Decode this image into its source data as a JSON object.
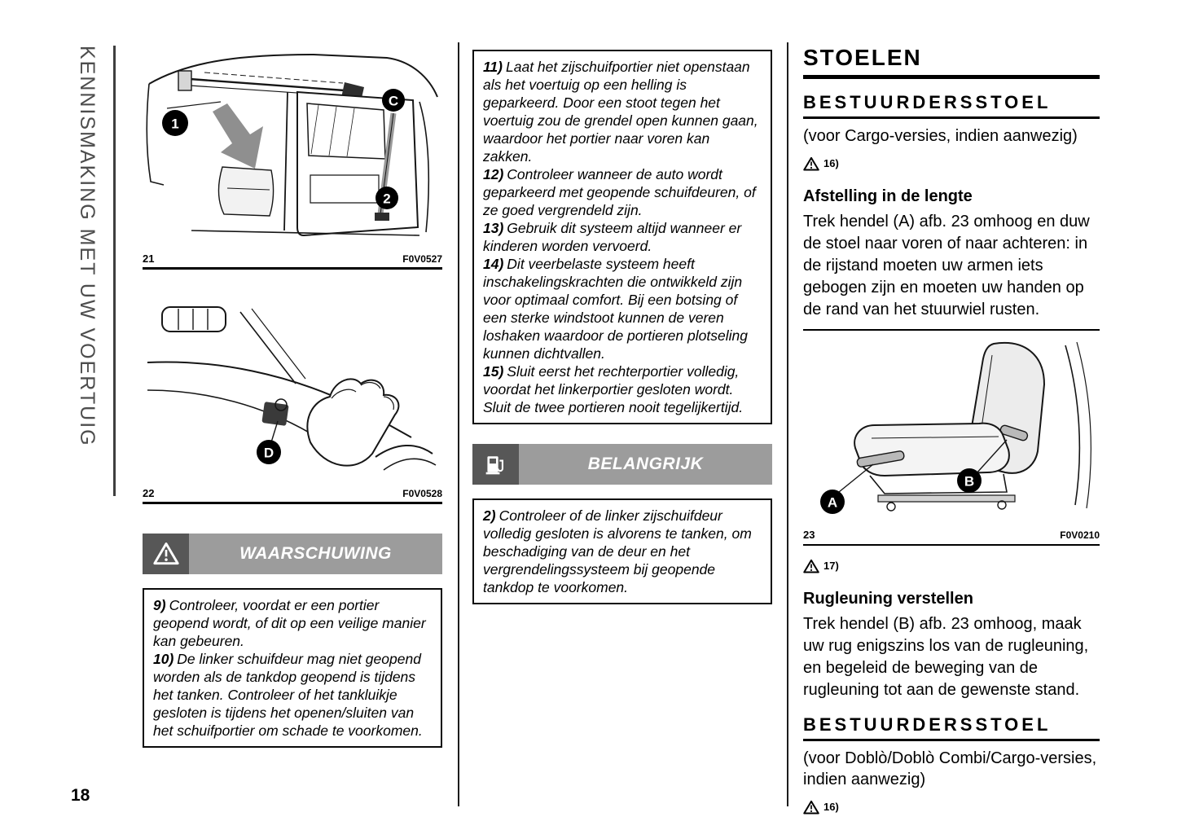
{
  "page": {
    "number": "18",
    "sidebar_text": "KENNISMAKING MET UW VOERTUIG"
  },
  "colors": {
    "bar_gray": "#9c9c9c",
    "icon_box_gray": "#575757",
    "arrow_gray": "#8f8f8f",
    "text": "#000000",
    "bar_text": "#ffffff"
  },
  "icons": {
    "warning_triangle": "⚠",
    "fuel_pump": "⛽"
  },
  "col1": {
    "fig21": {
      "number": "21",
      "code": "F0V0527",
      "label_1": "1",
      "label_c": "C",
      "label_2": "2"
    },
    "fig22": {
      "number": "22",
      "code": "F0V0528",
      "label_d": "D"
    },
    "warning_title": "WAARSCHUWING",
    "items": [
      {
        "num": "9)",
        "text": "Controleer, voordat er een portier geopend wordt, of dit op een veilige manier kan gebeuren."
      },
      {
        "num": "10)",
        "text": "De linker schuifdeur mag niet geopend worden als de tankdop geopend is tijdens het tanken. Controleer of het tankluikje gesloten is tijdens het openen/sluiten van het schuifportier om schade te voorkomen."
      }
    ]
  },
  "col2": {
    "items": [
      {
        "num": "11)",
        "text": "Laat het zijschuifportier niet openstaan als het voertuig op een helling is geparkeerd. Door een stoot tegen het voertuig zou de grendel open kunnen gaan, waardoor het portier naar voren kan zakken."
      },
      {
        "num": "12)",
        "text": "Controleer wanneer de auto wordt geparkeerd met geopende schuifdeuren, of ze goed vergrendeld zijn."
      },
      {
        "num": "13)",
        "text": "Gebruik dit systeem altijd wanneer er kinderen worden vervoerd."
      },
      {
        "num": "14)",
        "text": "Dit veerbelaste systeem heeft inschakelingskrachten die ontwikkeld zijn voor optimaal comfort. Bij een botsing of een sterke windstoot kunnen de veren loshaken waardoor de portieren plotseling kunnen dichtvallen."
      },
      {
        "num": "15)",
        "text": "Sluit eerst het rechterportier volledig, voordat het linkerportier gesloten wordt. Sluit de twee portieren nooit tegelijkertijd."
      }
    ],
    "important_title": "BELANGRIJK",
    "note": {
      "num": "2)",
      "text": "Controleer of de linker zijschuifdeur volledig gesloten is alvorens te tanken, om beschadiging van de deur en het vergrendelingssysteem bij geopende tankdop te voorkomen."
    }
  },
  "col3": {
    "title": "STOELEN",
    "heading1": "BESTUURDERSSTOEL",
    "heading1_sub": "(voor Cargo-versies, indien aanwezig)",
    "ref1": "16)",
    "section1_title": "Afstelling in de lengte",
    "section1_text": "Trek hendel (A) afb. 23 omhoog en duw de stoel naar voren of naar achteren: in de rijstand moeten uw armen iets gebogen zijn en moeten uw handen op de rand van het stuurwiel rusten.",
    "fig23": {
      "number": "23",
      "code": "F0V0210",
      "label_a": "A",
      "label_b": "B"
    },
    "ref2": "17)",
    "section2_title": "Rugleuning verstellen",
    "section2_text": "Trek hendel (B) afb. 23 omhoog, maak uw rug enigszins los van de rugleuning, en begeleid de beweging van de rugleuning tot aan de gewenste stand.",
    "heading2": "BESTUURDERSSTOEL",
    "heading2_sub": "(voor Doblò/Doblò Combi/Cargo-versies, indien aanwezig)",
    "ref3": "16)"
  }
}
